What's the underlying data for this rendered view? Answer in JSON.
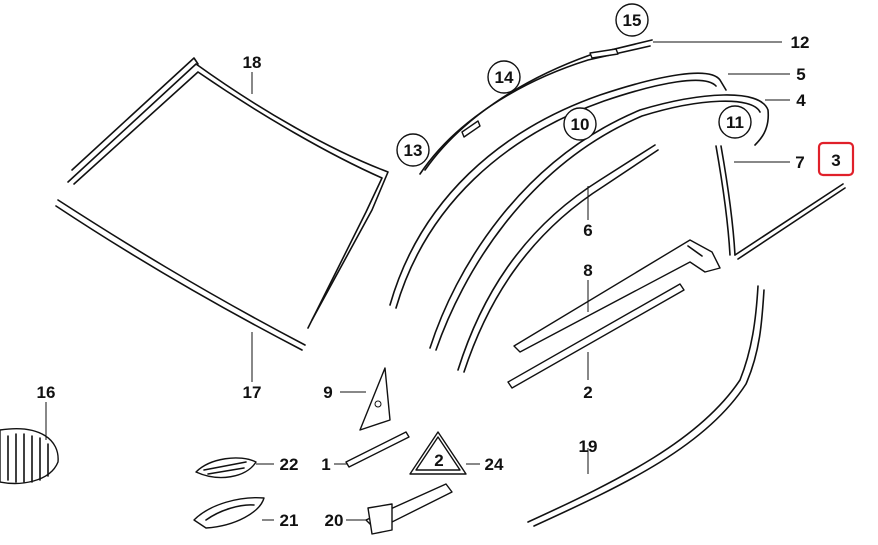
{
  "diagram": {
    "labels": {
      "p1": "1",
      "p2": "2",
      "p3": "3",
      "p4": "4",
      "p5": "5",
      "p6": "6",
      "p7": "7",
      "p8": "8",
      "p9": "9",
      "p10": "10",
      "p11": "11",
      "p12": "12",
      "p13": "13",
      "p14": "14",
      "p15": "15",
      "p16": "16",
      "p17": "17",
      "p18": "18",
      "p19": "19",
      "p20": "20",
      "p21": "21",
      "p22": "22",
      "p24": "24"
    },
    "highlighted_part": "3",
    "highlight_color": "#e0202a",
    "warning_sign_text": "2"
  }
}
